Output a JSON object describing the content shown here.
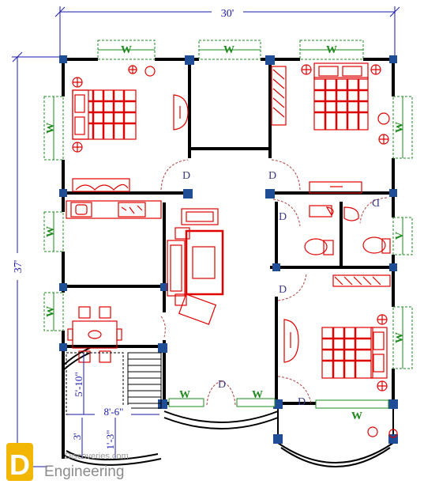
{
  "dimensions": {
    "width_label": "30'",
    "height_label": "37'",
    "stair_width": "8'-6\"",
    "stair_run": "5'-10\"",
    "landing_a": "3'",
    "landing_b": "1'-3\""
  },
  "window_label": "W",
  "door_label": "D",
  "vent_label": "V",
  "watermark": {
    "logo_letter": "D",
    "line1": "Discoveries.com",
    "line2": "Engineering"
  },
  "colors": {
    "wall": "#000000",
    "column": "#1f4e96",
    "furniture": "#e00000",
    "window": "#1e8a1e",
    "dimension": "#1a1aa8",
    "logo": "#f2b705"
  }
}
